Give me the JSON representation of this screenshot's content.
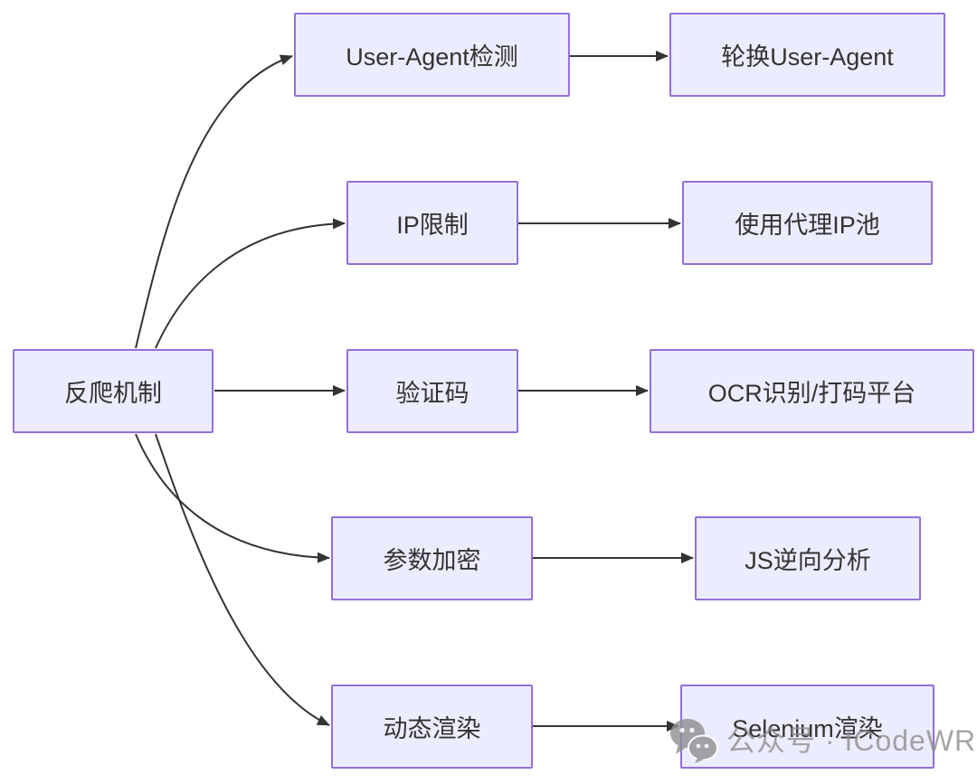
{
  "diagram": {
    "type": "flowchart",
    "direction": "left-to-right",
    "nodes": {
      "root": {
        "label": "反爬机制"
      },
      "m1": {
        "label": "User-Agent检测"
      },
      "m2": {
        "label": "IP限制"
      },
      "m3": {
        "label": "验证码"
      },
      "m4": {
        "label": "参数加密"
      },
      "m5": {
        "label": "动态渲染"
      },
      "r1": {
        "label": "轮换User-Agent"
      },
      "r2": {
        "label": "使用代理IP池"
      },
      "r3": {
        "label": "OCR识别/打码平台"
      },
      "r4": {
        "label": "JS逆向分析"
      },
      "r5": {
        "label": "Selenium渲染"
      }
    },
    "edges": [
      {
        "from": "反爬机制",
        "to": "User-Agent检测"
      },
      {
        "from": "反爬机制",
        "to": "IP限制"
      },
      {
        "from": "反爬机制",
        "to": "验证码"
      },
      {
        "from": "反爬机制",
        "to": "参数加密"
      },
      {
        "from": "反爬机制",
        "to": "动态渲染"
      },
      {
        "from": "User-Agent检测",
        "to": "轮换User-Agent"
      },
      {
        "from": "IP限制",
        "to": "使用代理IP池"
      },
      {
        "from": "验证码",
        "to": "OCR识别/打码平台"
      },
      {
        "from": "参数加密",
        "to": "JS逆向分析"
      },
      {
        "from": "动态渲染",
        "to": "Selenium渲染"
      }
    ],
    "colors": {
      "node_fill": "#ECECFF",
      "node_border": "#9370DB",
      "edge": "#333333",
      "text": "#333333",
      "background": "#ffffff",
      "watermark": "#8f8f8f"
    }
  },
  "watermark": {
    "icon": "wechat-icon",
    "text": "公众号 · ICodeWR"
  }
}
